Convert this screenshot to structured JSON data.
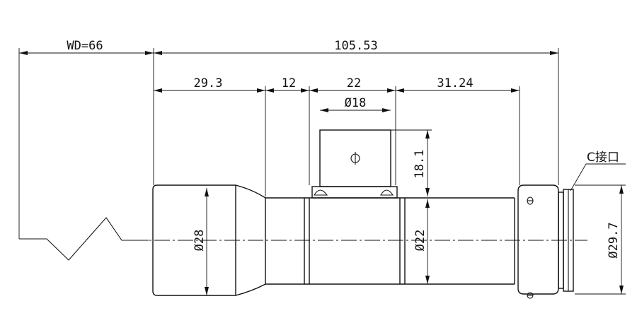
{
  "dimensions": {
    "working_distance": "WD=66",
    "overall_length": "105.53",
    "seg_front": "29.3",
    "seg_taper": "12",
    "seg_mount": "22",
    "seg_rear": "31.24",
    "mount_diameter": "Ø18",
    "mount_height": "18.1",
    "front_diameter": "Ø28",
    "tube_diameter": "Ø22",
    "rear_diameter": "Ø29.7"
  },
  "labels": {
    "c_mount": "C接口"
  }
}
